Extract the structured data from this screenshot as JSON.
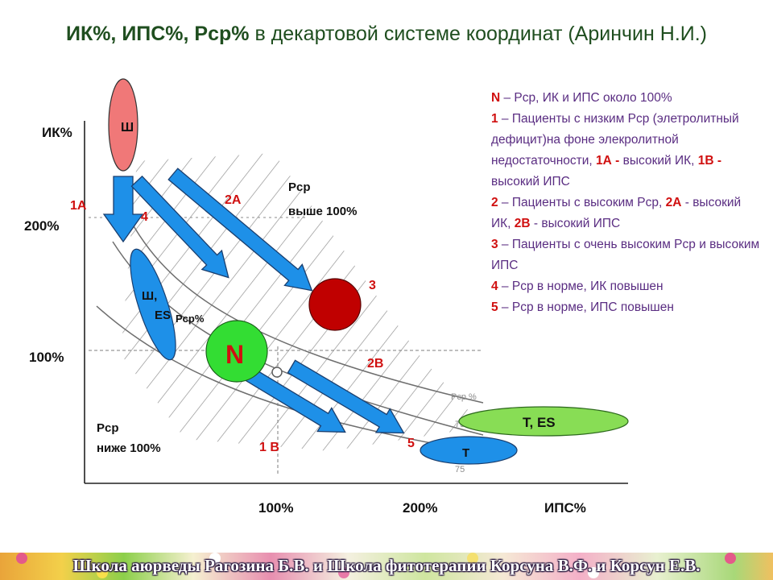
{
  "title": {
    "bold": "ИК%, ИПС%, Рср%",
    "rest": " в декартовой системе координат (Аринчин Н.И.)"
  },
  "axes": {
    "y_label": "ИК%",
    "y_200": "200%",
    "y_100": "100%",
    "x_100": "100%",
    "x_200": "200%",
    "x_label": "ИПС%"
  },
  "regions": {
    "above_line1": "Рср",
    "above_line2": "выше 100%",
    "below_line1": "Рср",
    "below_line2": "ниже 100%",
    "mid": "Рср%"
  },
  "nodes": {
    "sh": "Ш",
    "sh_es1": "Ш,",
    "sh_es2": "ES",
    "n": "N",
    "t_es": "T, ES",
    "t": "T"
  },
  "arrow_labels": {
    "a1": "1А",
    "a4": "4",
    "a2": "2А",
    "a3": "3",
    "a2b": "2В",
    "a1b": "1 В",
    "a5": "5"
  },
  "legend": [
    {
      "key": "N",
      "text": " – Рср, ИК и ИПС около 100%"
    },
    {
      "key": "1",
      "text": " – Пациенты с низким Рср (элетролитный дефицит)на фоне элекролитной недостаточности, ",
      "k2": "1А -",
      "t2": " высокий ИК, ",
      "k3": "1В -",
      "t3": " высокий ИПС"
    },
    {
      "key": "2",
      "text": " – Пациенты с высоким Рср, ",
      "k2": "2А",
      "t2": " - высокий ИК, ",
      "k3": "2В",
      "t3": " -  высокий ИПС"
    },
    {
      "key": "3",
      "text": " – Пациенты с очень высоким Рср и высоким ИПС"
    },
    {
      "key": "4",
      "text": " – Рср в норме, ИК повышен"
    },
    {
      "key": "5",
      "text": " – Рср в норме, ИПС повышен"
    }
  ],
  "colors": {
    "arrow": "#1e90e8",
    "sh": "#f07878",
    "n": "#33dd33",
    "three": "#c00000",
    "tes": "#88dd55",
    "t": "#1e90e8"
  },
  "footer": "Школа аюрведы Рагозина Б.В. и Школа фитотерапии Корсуна В.Ф. и Корсун Е.В."
}
